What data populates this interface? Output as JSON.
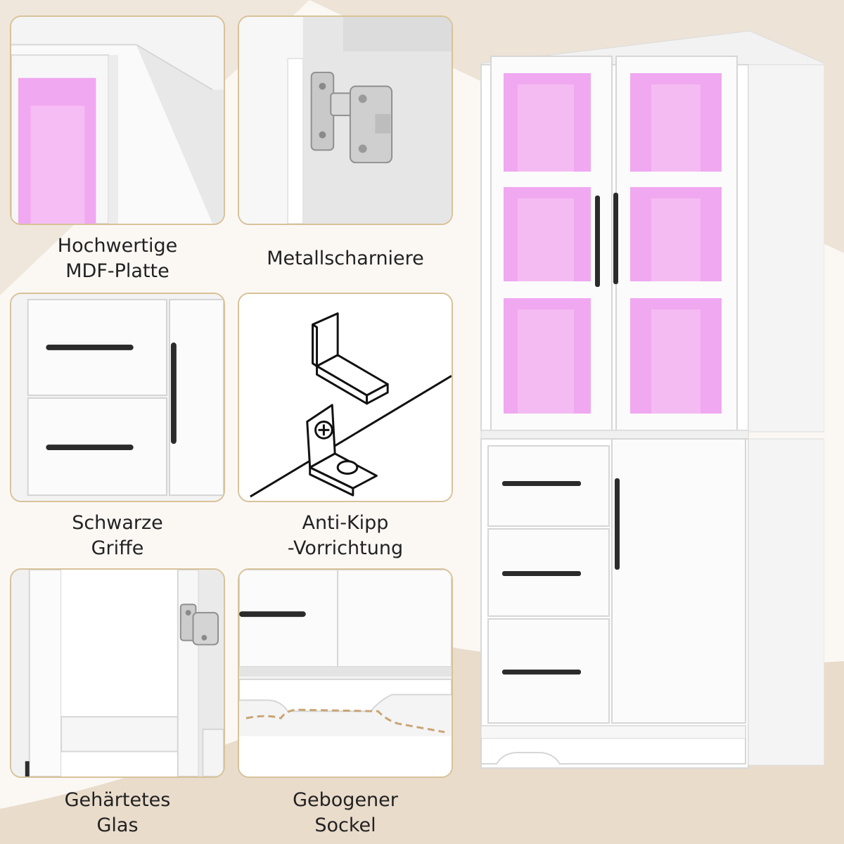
{
  "features": [
    {
      "lines": [
        "Hochwertige",
        "MDF-Platte"
      ],
      "icon": "mdf-board-closeup"
    },
    {
      "lines": [
        "Metallscharniere"
      ],
      "icon": "metal-hinge-closeup"
    },
    {
      "lines": [
        "Schwarze",
        "Griffe"
      ],
      "icon": "black-handles-closeup"
    },
    {
      "lines": [
        "Anti-Kipp",
        "-Vorrichtung"
      ],
      "icon": "anti-tip-bracket-drawing"
    },
    {
      "lines": [
        "Gehärtetes",
        "Glas"
      ],
      "icon": "tempered-glass-closeup"
    },
    {
      "lines": [
        "Gebogener",
        "Sockel"
      ],
      "icon": "curved-base-closeup"
    }
  ],
  "colors": {
    "panel_border": "#d8c29a",
    "background_beige": "#e9dccb",
    "led_pink": "#f0a8f0",
    "cabinet_white": "#ffffff",
    "handle_black": "#2b2b2b"
  }
}
